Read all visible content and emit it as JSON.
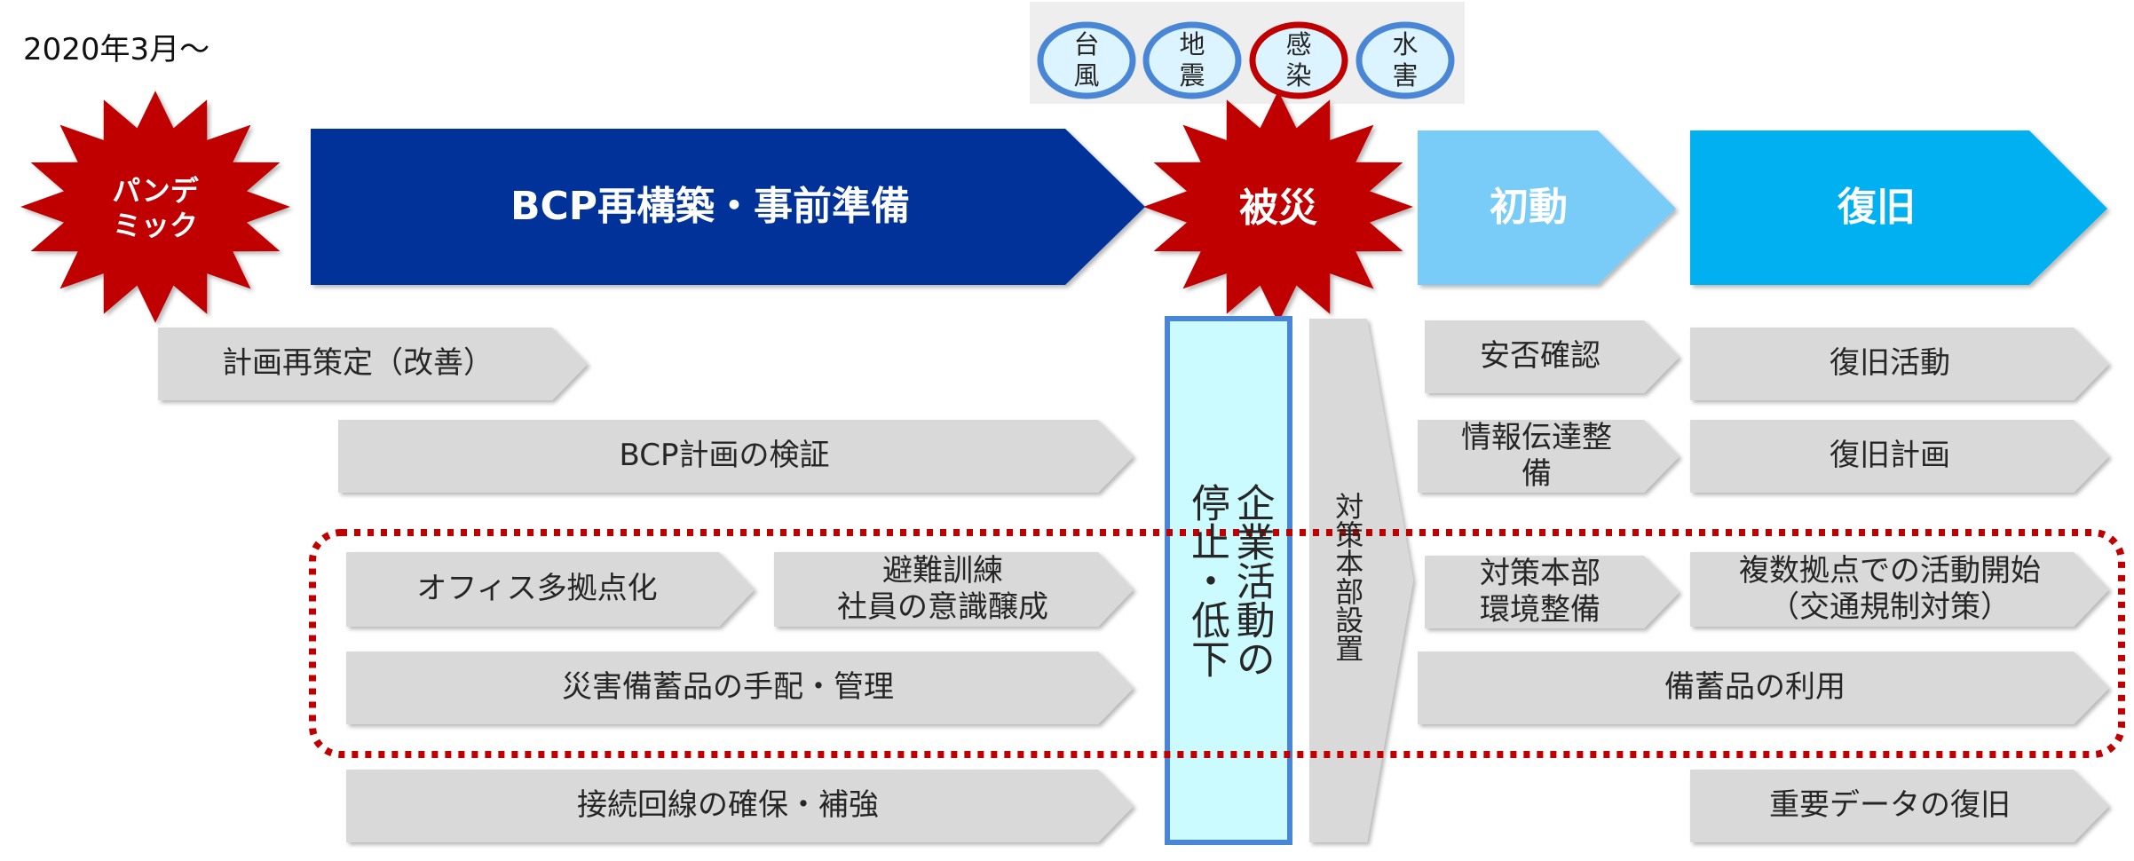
{
  "date_label": "2020年3月〜",
  "disaster_types": [
    {
      "label": "台\n風",
      "color": "#4a86d6"
    },
    {
      "label": "地\n震",
      "color": "#4a86d6"
    },
    {
      "label": "感\n染",
      "color": "#c00000"
    },
    {
      "label": "水\n害",
      "color": "#4a86d6"
    }
  ],
  "phases": {
    "pandemic": "パンデ\nミック",
    "bcp": "BCP再構築・事前準備",
    "disaster": "被災",
    "initial": "初動",
    "recovery": "復旧"
  },
  "prep_items": [
    "計画再策定（改善）",
    "BCP計画の検証",
    "オフィス多拠点化",
    "避難訓練\n社員の意識醸成",
    "災害備蓄品の手配・管理",
    "接続回線の確保・補強"
  ],
  "business_stop": "企業活動の\n停止・低下",
  "hq_setup": "対策本部設置",
  "initial_items": [
    "安否確認",
    "情報伝達整\n備",
    "対策本部\n環境整備"
  ],
  "recovery_items": [
    "復旧活動",
    "復旧計画",
    "複数拠点での活動開始\n（交通規制対策）",
    "重要データの復旧"
  ],
  "shared_item": "備蓄品の利用",
  "colors": {
    "starburst": "#c00000",
    "bcp_arrow": "#003399",
    "initial_arrow": "#79ccf7",
    "recovery_arrow": "#00b0f0",
    "gray_arrow": "#d9d9d9",
    "stop_box_fill": "#ccfbff",
    "stop_box_border": "#4a86d6",
    "dotted_frame": "#c00000"
  }
}
